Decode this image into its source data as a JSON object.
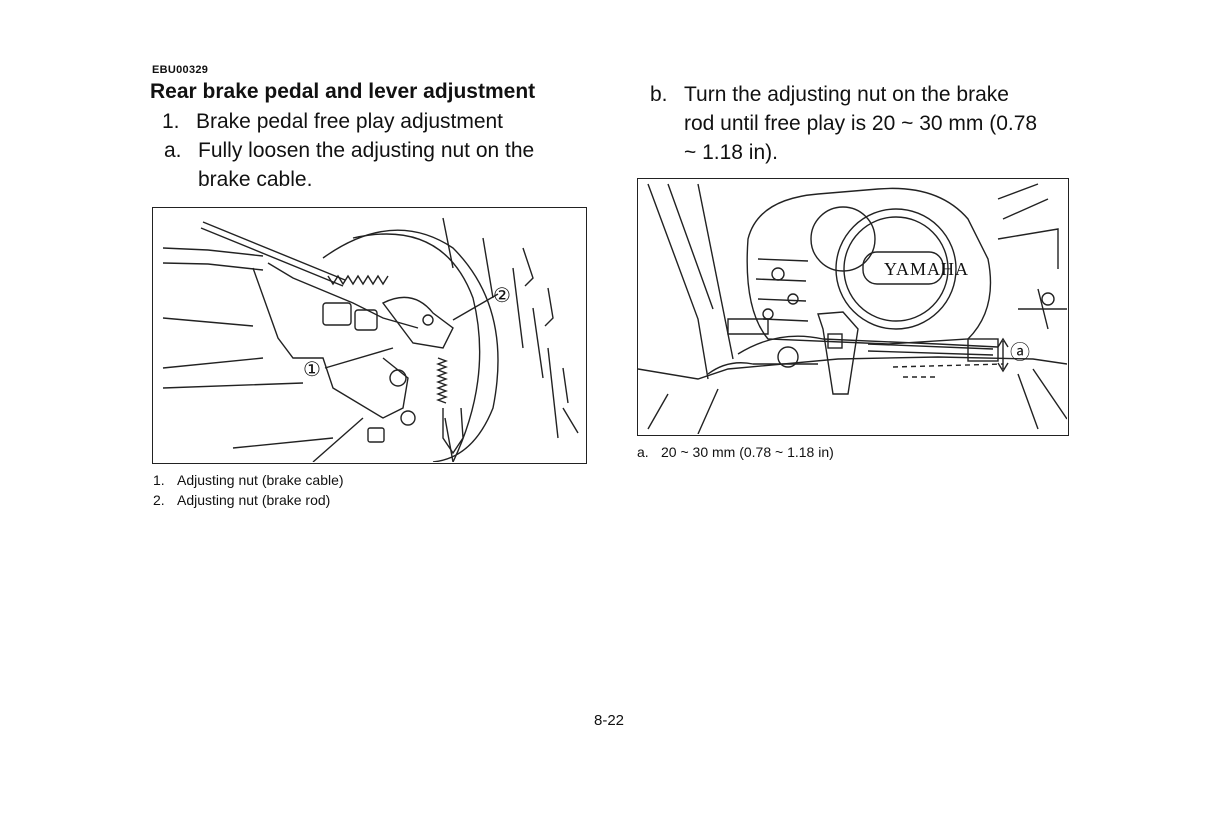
{
  "section_code": "EBU00329",
  "heading": "Rear brake pedal and lever adjustment",
  "step1": {
    "number": "1.",
    "text": "Brake pedal free play adjustment"
  },
  "step_a": {
    "number": "a.",
    "lines": [
      "Fully loosen the adjusting nut on the",
      "brake cable."
    ]
  },
  "step_b": {
    "number": "b.",
    "lines": [
      "Turn the adjusting nut on the brake",
      "rod until free play is 20 ~ 30 mm (0.78",
      "~ 1.18 in)."
    ]
  },
  "figure1": {
    "callouts": [
      "①",
      "②"
    ],
    "captions": [
      {
        "num": "1.",
        "text": "Adjusting nut (brake cable)"
      },
      {
        "num": "2.",
        "text": "Adjusting nut (brake rod)"
      }
    ]
  },
  "figure2": {
    "logo_text": "YAMAHA",
    "callout": "ⓐ",
    "caption": {
      "num": "a.",
      "text": "20 ~ 30 mm (0.78 ~ 1.18 in)"
    }
  },
  "page_number": "8-22"
}
